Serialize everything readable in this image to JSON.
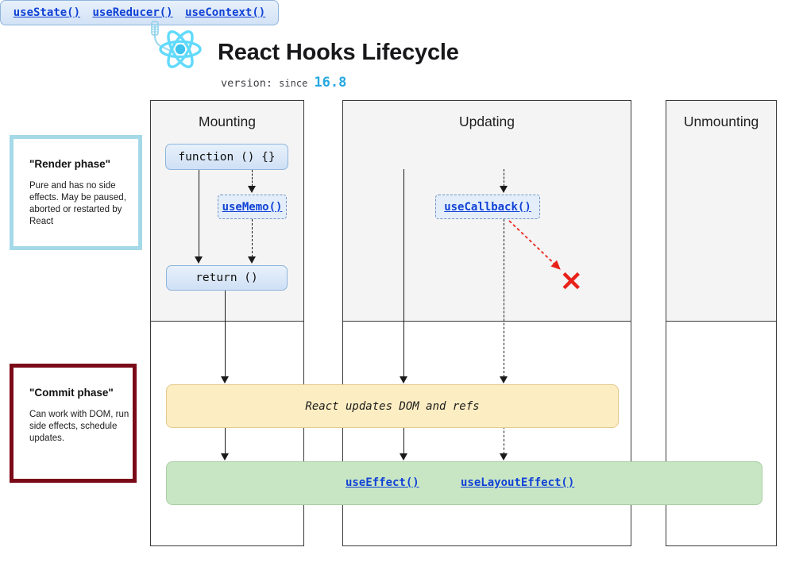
{
  "header": {
    "logo_icon": "react-hook-logo",
    "title": "React Hooks Lifecycle",
    "version_label": "version:",
    "version_since": "since",
    "version_number": "16.8"
  },
  "phases": [
    {
      "id": "render",
      "title": "\"Render phase\"",
      "description": "Pure and has no side effects. May be paused, aborted or restarted by React",
      "border_color": "#a5d9e8"
    },
    {
      "id": "commit",
      "title": "\"Commit phase\"",
      "description": "Can work with DOM, run side effects, schedule updates.",
      "border_color": "#7b0a18"
    }
  ],
  "columns": [
    {
      "id": "mounting",
      "title": "Mounting"
    },
    {
      "id": "updating",
      "title": "Updating"
    },
    {
      "id": "unmounting",
      "title": "Unmounting"
    }
  ],
  "nodes": {
    "function": "function () {}",
    "return": "return ()",
    "useMemo": "useMemo()",
    "useState": "useState()",
    "useReducer": "useReducer()",
    "useContext": "useContext()",
    "useCallback": "useCallback()"
  },
  "bars": {
    "dom": "React updates DOM and refs",
    "useEffect": "useEffect()",
    "useLayoutEffect": "useLayoutEffect()"
  },
  "colors": {
    "react_cyan": "#61dafb",
    "link_blue": "#1142d6",
    "node_fill": "#d2e2f6",
    "dom_bar": "#fcedc2",
    "effects_bar": "#c9e6c4",
    "error_red": "#e8221a",
    "render_border": "#a5d9e8",
    "commit_border": "#7b0a18"
  },
  "annotations": {
    "invalid_marker": "✕"
  }
}
